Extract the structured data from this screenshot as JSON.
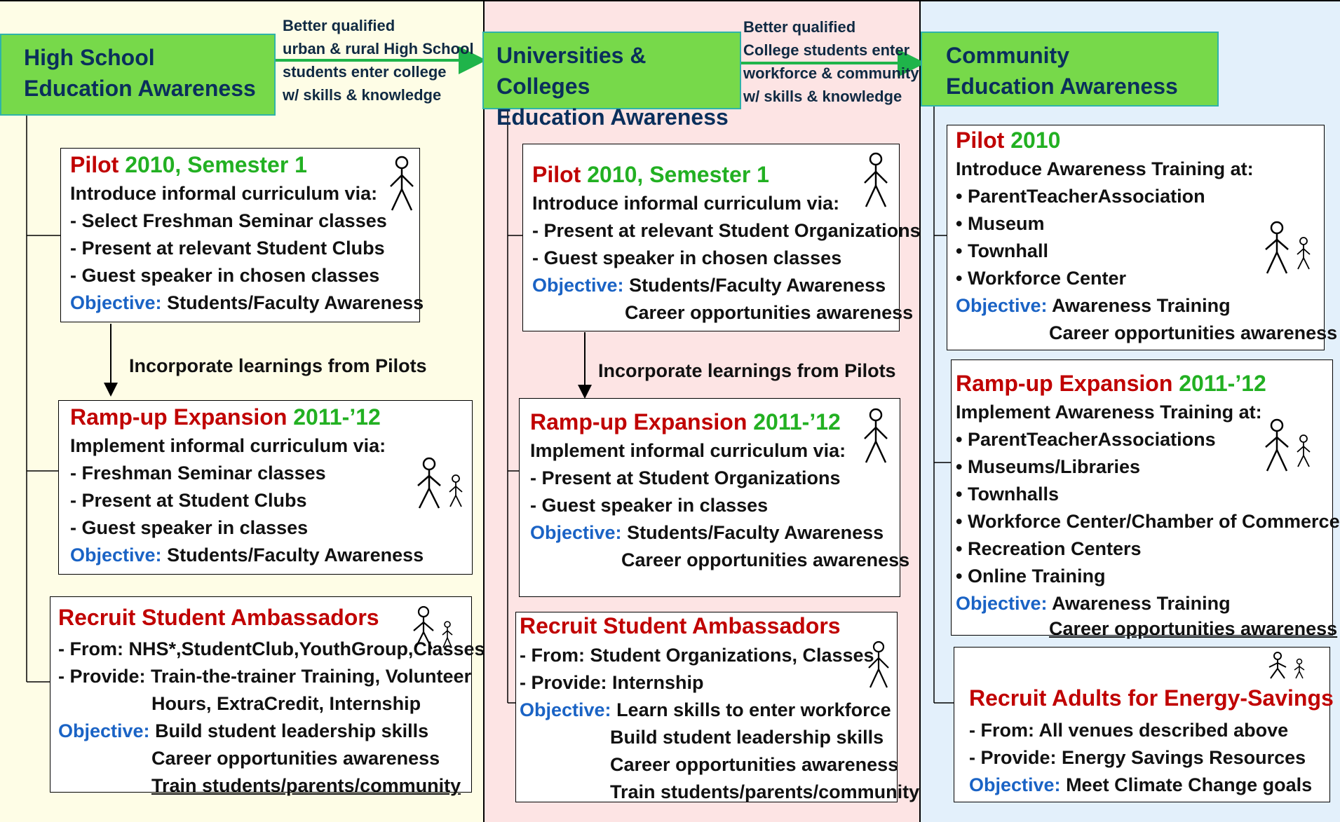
{
  "columns": [
    {
      "title_lines": [
        "High School",
        "Education Awareness"
      ],
      "pilot": {
        "label": "Pilot",
        "year": "2010, Semester 1",
        "intro": "Introduce informal curriculum via:",
        "items": [
          "- Select Freshman Seminar classes",
          "- Present at relevant Student Clubs",
          "- Guest speaker in chosen classes"
        ],
        "objective_label": "Objective:",
        "objectives": [
          "Students/Faculty Awareness"
        ]
      },
      "learnings": "Incorporate learnings from Pilots",
      "rampup": {
        "label": "Ramp-up Expansion",
        "year": "2011-’12",
        "intro": "Implement informal curriculum via:",
        "items": [
          "- Freshman Seminar classes",
          "- Present at Student Clubs",
          "- Guest speaker in classes"
        ],
        "objective_label": "Objective:",
        "objectives": [
          "Students/Faculty Awareness"
        ]
      },
      "recruit": {
        "label": "Recruit Student Ambassadors",
        "lines": [
          "- From: NHS*,StudentClub,YouthGroup,Classes",
          "- Provide: Train-the-trainer Training, Volunteer",
          "Hours, ExtraCredit, Internship"
        ],
        "objective_label": "Objective:",
        "objectives": [
          "Build student leadership skills",
          "Career opportunities awareness",
          "Train students/parents/community"
        ]
      }
    },
    {
      "title_lines": [
        "Universities & Colleges",
        "Education Awareness"
      ],
      "pilot": {
        "label": "Pilot",
        "year": "2010, Semester 1",
        "intro": "Introduce informal curriculum via:",
        "items": [
          "- Present at relevant Student Organizations",
          "- Guest speaker in chosen classes"
        ],
        "objective_label": "Objective:",
        "objectives": [
          "Students/Faculty Awareness",
          "Career opportunities awareness"
        ]
      },
      "learnings": "Incorporate learnings from Pilots",
      "rampup": {
        "label": "Ramp-up Expansion",
        "year": "2011-’12",
        "intro": "Implement informal curriculum via:",
        "items": [
          "- Present at Student Organizations",
          "- Guest speaker in classes"
        ],
        "objective_label": "Objective:",
        "objectives": [
          "Students/Faculty Awareness",
          "Career opportunities awareness"
        ]
      },
      "recruit": {
        "label": "Recruit Student Ambassadors",
        "lines": [
          "- From: Student Organizations, Classes",
          "- Provide: Internship"
        ],
        "objective_label": "Objective:",
        "objectives": [
          "Learn skills to enter workforce",
          "Build student leadership skills",
          "Career opportunities awareness",
          "Train students/parents/community"
        ]
      }
    },
    {
      "title_lines": [
        "Community",
        "Education Awareness"
      ],
      "pilot": {
        "label": "Pilot",
        "year": "2010",
        "intro": "Introduce Awareness Training at:",
        "items": [
          "• ParentTeacherAssociation",
          "• Museum",
          "• Townhall",
          "• Workforce Center"
        ],
        "objective_label": "Objective:",
        "objectives": [
          "Awareness Training",
          "Career opportunities awareness"
        ]
      },
      "rampup": {
        "label": "Ramp-up Expansion",
        "year": "2011-’12",
        "intro": "Implement Awareness Training at:",
        "items": [
          "• ParentTeacherAssociations",
          "• Museums/Libraries",
          "• Townhalls",
          "• Workforce Center/Chamber of Commerce",
          "• Recreation Centers",
          "• Online Training"
        ],
        "objective_label": "Objective:",
        "objectives": [
          "Awareness Training",
          "Career opportunities awareness"
        ]
      },
      "recruit": {
        "label": "Recruit Adults for Energy-Savings",
        "lines": [
          "- From: All venues described above",
          "- Provide: Energy Savings Resources"
        ],
        "objective_label": "Objective:",
        "objectives": [
          "Meet Climate Change goals"
        ]
      }
    }
  ],
  "flows": [
    [
      "Better qualified",
      "urban & rural High School",
      "students enter college",
      "w/ skills & knowledge"
    ],
    [
      "Better qualified",
      "College students enter",
      "workforce & community",
      "w/ skills & knowledge"
    ]
  ],
  "colors": {
    "title_red": "#c00000",
    "year_green": "#22b022",
    "objective_blue": "#1a63c5",
    "header_green": "#77d94a",
    "arrow_green": "#1fb44a"
  }
}
